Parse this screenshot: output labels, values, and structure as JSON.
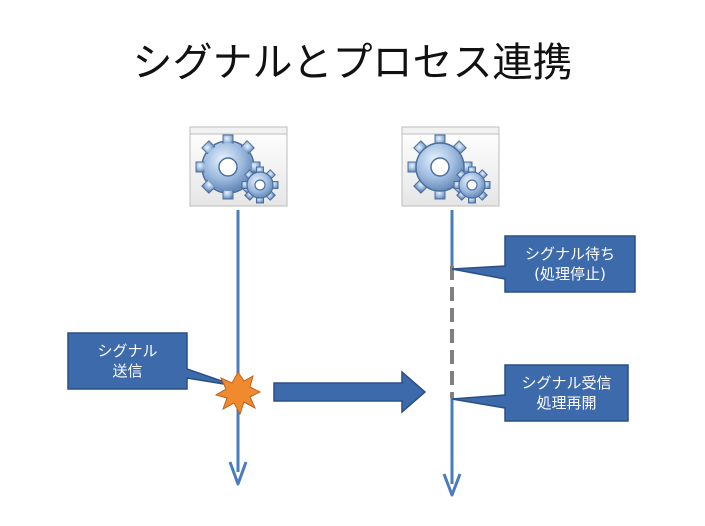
{
  "title": "シグナルとプロセス連携",
  "callouts": {
    "send_line1": "シグナル",
    "send_line2": "送信",
    "wait_line1": "シグナル待ち",
    "wait_line2": "(処理停止)",
    "recv_line1": "シグナル受信",
    "recv_line2": "処理再開"
  },
  "colors": {
    "lifeline": "#4a7cc0",
    "callout_fill": "#3d6aab",
    "callout_stroke": "#2a4f86",
    "wait_dash": "#808080",
    "burst": "#f08a2e"
  },
  "icons": {
    "left_process": "gears-window-icon",
    "right_process": "gears-window-icon"
  }
}
